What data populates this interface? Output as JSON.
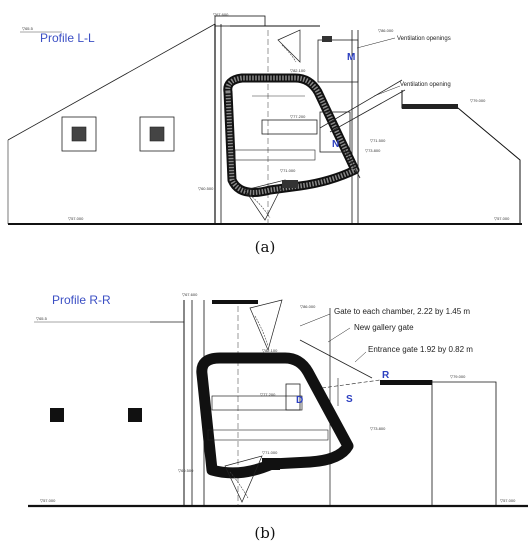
{
  "figure_a": {
    "title": "Profile L-L",
    "labels": {
      "ventilation_openings": "Ventilation openings",
      "ventilation_opening": "Ventilation opening"
    },
    "letters": {
      "m": "M",
      "n": "N"
    },
    "elevations": [
      "▽67.600",
      "▽86.000",
      "▽79.000",
      "▽71.500",
      "▽73.800",
      "▽77.200",
      "▽71.000",
      "▽60.500",
      "▽57.000",
      "▽57.000",
      "▽82.100",
      "▽65.5"
    ],
    "caption": "(a)"
  },
  "figure_b": {
    "title": "Profile R-R",
    "labels": {
      "gate_each_chamber": "Gate to each chamber, 2.22 by 1.45 m",
      "new_gallery_gate": "New gallery gate",
      "entrance_gate": "Entrance gate 1.92 by 0.82 m"
    },
    "letters": {
      "d": "D",
      "s": "S",
      "r": "R"
    },
    "elevations": [
      "▽67.600",
      "▽86.000",
      "▽79.000",
      "▽73.800",
      "▽77.200",
      "▽71.000",
      "▽60.500",
      "▽57.000",
      "▽57.000",
      "▽82.100",
      "▽65.5"
    ],
    "caption": "(b)"
  }
}
